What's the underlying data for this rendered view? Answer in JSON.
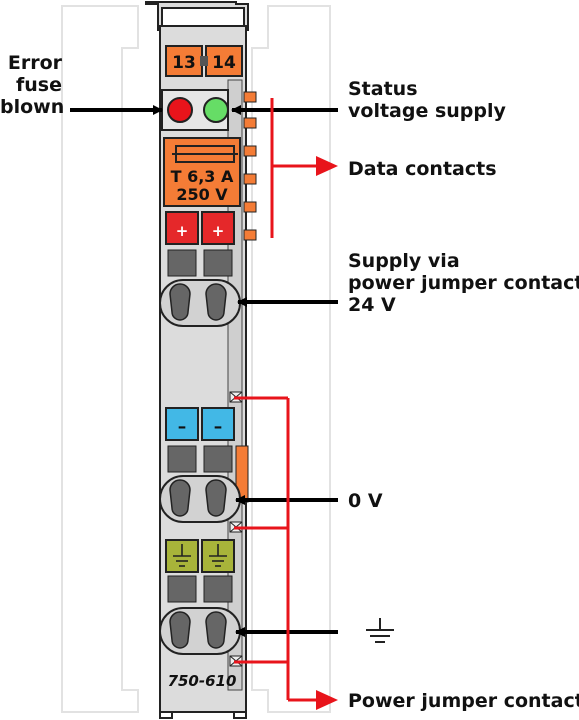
{
  "module": {
    "part_number": "750-610",
    "terminal_left": "13",
    "terminal_right": "14",
    "fuse_line1": "T 6,3 A",
    "fuse_line2": "250 V",
    "plus_symbol": "+",
    "minus_symbol": "–"
  },
  "labels": {
    "error_fuse": [
      "Error",
      "fuse",
      "blown"
    ],
    "status_supply": [
      "Status",
      "voltage supply"
    ],
    "data_contacts": "Data contacts",
    "supply_jumper": [
      "Supply via",
      "power jumper contacts",
      "24 V"
    ],
    "zero_volt": "0 V",
    "power_jumper_contacts": "Power jumper contacts"
  },
  "colors": {
    "housing": "#dcdcdc",
    "orange": "#f47c36",
    "red_led": "#e8141b",
    "green_led": "#66dd66",
    "plus_block": "#e5282a",
    "minus_block": "#42b8e6",
    "ground_block": "#a8b43a",
    "arrow_red": "#e8141b"
  },
  "icons": {
    "ground": "ground-symbol-icon"
  }
}
